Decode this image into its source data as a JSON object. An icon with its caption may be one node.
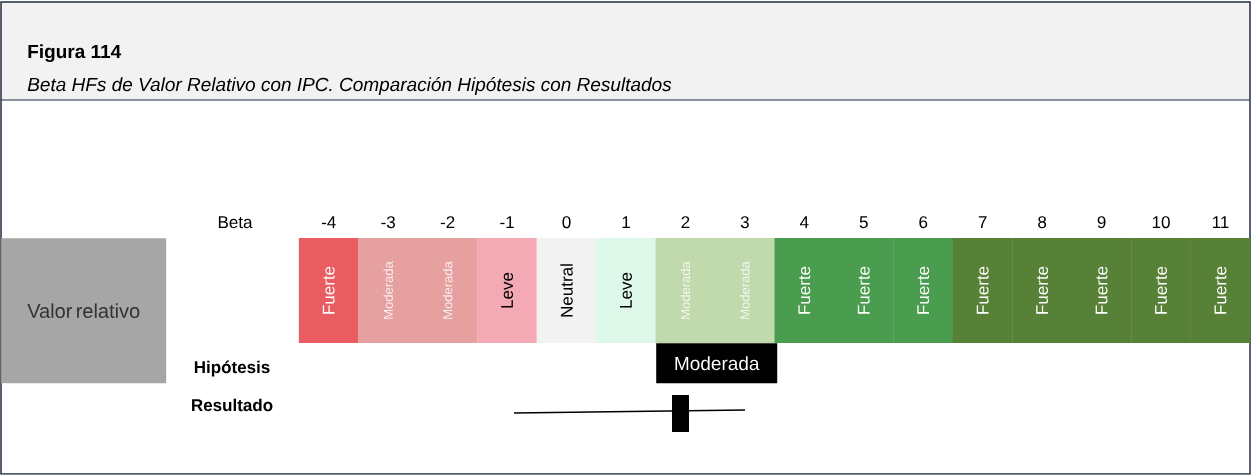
{
  "diagram": {
    "title": "Figura 114",
    "caption": "Beta HFs de Valor Relativo con IPC. Comparación Hipótesis con Resultados",
    "nodes": [
      {
        "text": [
          "Valor relativo"
        ]
      },
      {
        "text": [
          "Fuerte"
        ]
      },
      {
        "text": [
          "Moderada"
        ]
      },
      {
        "text": [
          "Moderada"
        ]
      },
      {
        "text": [
          "Leve"
        ]
      },
      {
        "text": [
          "Neutral"
        ]
      },
      {
        "text": [
          "Leve"
        ]
      },
      {
        "text": [
          "Moderada"
        ]
      },
      {
        "text": [
          "Moderada"
        ]
      },
      {
        "text": [
          "Fuerte"
        ]
      },
      {
        "text": [
          "Fuerte"
        ]
      },
      {
        "text": [
          "Fuerte"
        ]
      },
      {
        "text": [
          "Fuerte"
        ]
      },
      {
        "text": [
          "Fuerte"
        ]
      },
      {
        "text": [
          "Fuerte"
        ]
      },
      {
        "text": [
          "Fuerte"
        ]
      },
      {
        "text": [
          "Fuerte"
        ]
      },
      {
        "text": [
          "Moderada"
        ]
      }
    ],
    "labels": [
      "Beta",
      "-4",
      "-3",
      "-2",
      "-1",
      "0",
      "1",
      "2",
      "3",
      "4",
      "5",
      "6",
      "7",
      "8",
      "9",
      "10",
      "11",
      "Hipótesis",
      "Resultado"
    ]
  }
}
